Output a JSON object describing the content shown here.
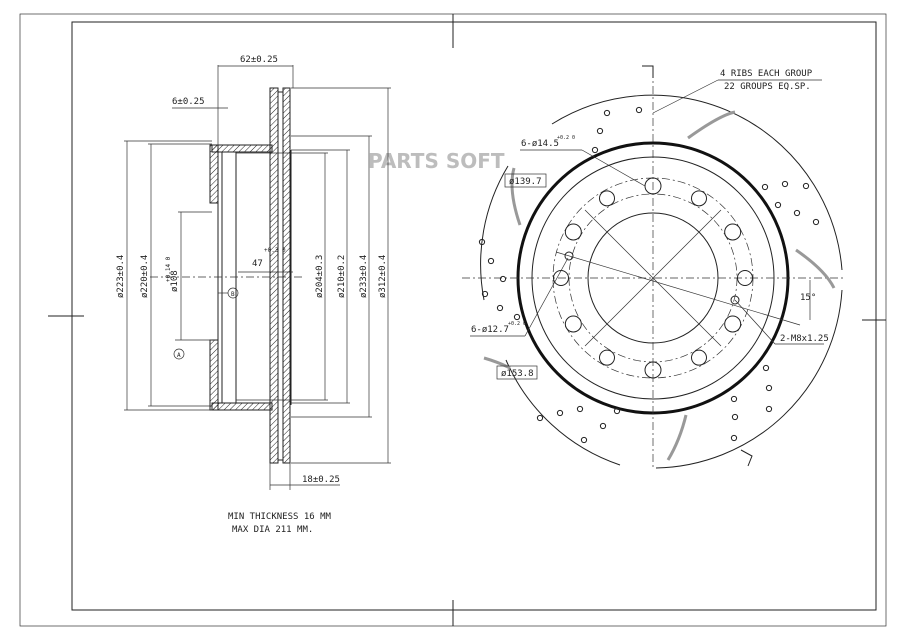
{
  "watermark": "PARTS SOFT",
  "section_view": {
    "dim_width": "62±0.25",
    "dim_flange": "6±0.25",
    "dim_depth": "47",
    "dim_depth_tol": "+0.3 0",
    "dim_thickness": "18±0.25",
    "dia_223": "ø223±0.4",
    "dia_220": "ø220±0.4",
    "dia_108": "ø108",
    "dia_108_tol": "+0.14 0",
    "dia_204": "ø204±0.3",
    "dia_210": "ø210±0.2",
    "dia_233": "ø233±0.4",
    "dia_312": "ø312±0.4",
    "datum_a": "A",
    "datum_b": "B"
  },
  "notes": {
    "min_thickness": "MIN THICKNESS 16 MM",
    "max_dia": "MAX DIA 211 MM."
  },
  "front_view": {
    "ribs_line1": "4 RIBS EACH GROUP",
    "ribs_line2": "22 GROUPS EQ.SP.",
    "holes_large": "6-ø14.5",
    "holes_large_tol": "+0.2 0",
    "holes_small": "6-ø12.7",
    "holes_small_tol": "+0.2 0",
    "pcd_1": "ø139.7",
    "pcd_2": "ø153.8",
    "thread": "2-M8x1.25",
    "angle": "15°"
  }
}
